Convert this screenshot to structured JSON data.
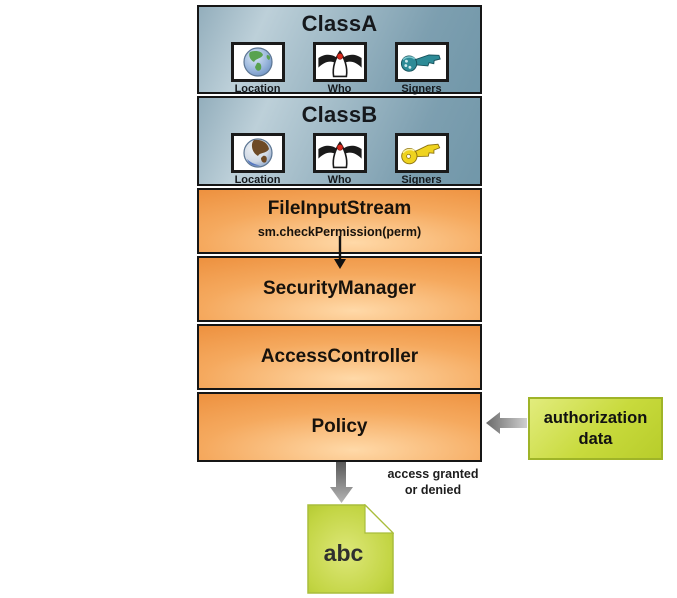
{
  "colors": {
    "class_box_blue_light": "#bdd0d9",
    "class_box_blue_dark": "#7197a9",
    "stack_orange_light": "#ffd9a8",
    "stack_orange_dark": "#ec8d3a",
    "auth_green_light": "#e2ec7d",
    "auth_green_dark": "#b8cd2b",
    "document_green_light": "#dce57a",
    "document_green_dark": "#b7cb35",
    "box_border": "#161616",
    "arrow_gray_dark": "#5f5f5f",
    "arrow_gray_light": "#c9c9c9",
    "flow_arrow_black": "#111111"
  },
  "classes": [
    {
      "title": "ClassA",
      "icons": [
        {
          "icon": "globe-green-icon",
          "label": "Location"
        },
        {
          "icon": "duke-icon",
          "label": "Who"
        },
        {
          "icon": "key-teal-icon",
          "label": "Signers"
        }
      ]
    },
    {
      "title": "ClassB",
      "icons": [
        {
          "icon": "globe-brown-icon",
          "label": "Location"
        },
        {
          "icon": "duke-icon",
          "label": "Who"
        },
        {
          "icon": "key-yellow-icon",
          "label": "Signers"
        }
      ]
    }
  ],
  "stack": [
    {
      "title": "FileInputStream",
      "subtitle": "sm.checkPermission(perm)"
    },
    {
      "title": "SecurityManager"
    },
    {
      "title": "AccessController"
    },
    {
      "title": "Policy"
    }
  ],
  "authorization": {
    "line1": "authorization",
    "line2": "data"
  },
  "output": {
    "arrow_label_line1": "access granted",
    "arrow_label_line2": "or denied",
    "document_text": "abc"
  }
}
